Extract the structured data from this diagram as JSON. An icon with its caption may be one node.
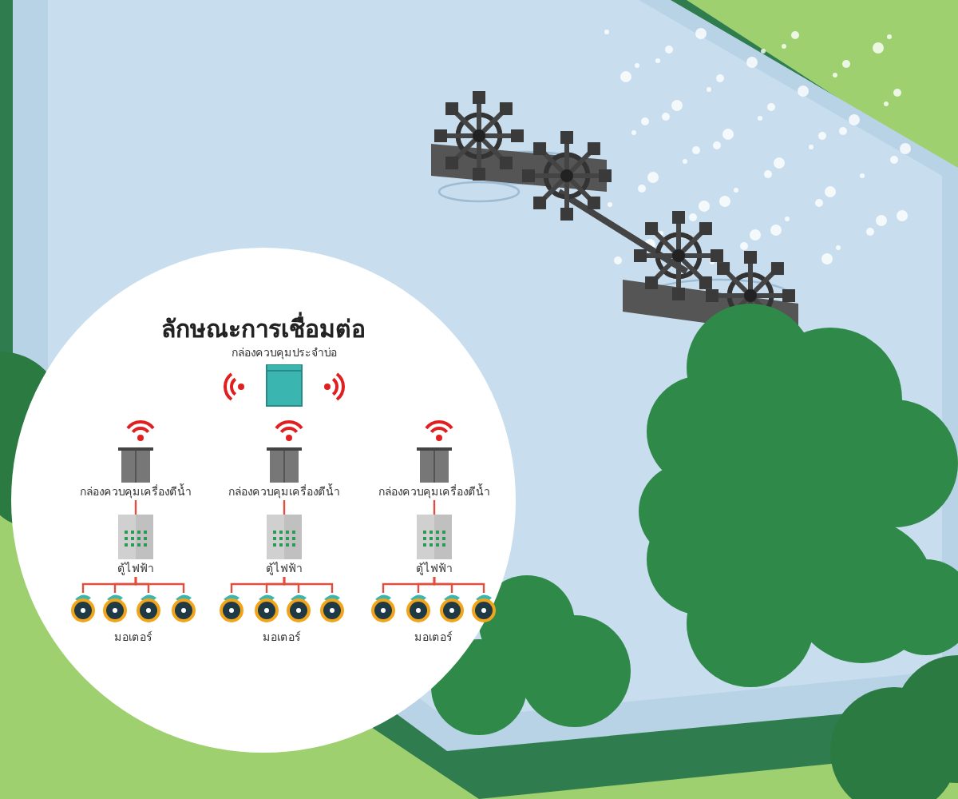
{
  "diagram": {
    "title": "ลักษณะการเชื่อมต่อ",
    "nodes": [
      {
        "text": [
          "กล่องควบคุมประจำบ่อ"
        ]
      },
      {
        "text": [
          "กล่องควบคุมเครื่องตีน้ำ"
        ]
      },
      {
        "text": [
          "กล่องควบคุมเครื่องตีน้ำ"
        ]
      },
      {
        "text": [
          "กล่องควบคุมเครื่องตีน้ำ"
        ]
      },
      {
        "text": [
          "ตู้ไฟฟ้า"
        ]
      },
      {
        "text": [
          "ตู้ไฟฟ้า"
        ]
      },
      {
        "text": [
          "ตู้ไฟฟ้า"
        ]
      },
      {
        "text": [],
        "shape": "picture"
      },
      {
        "text": [],
        "shape": "picture"
      },
      {
        "text": [],
        "shape": "picture"
      },
      {
        "text": [],
        "shape": "picture"
      },
      {
        "text": [],
        "shape": "picture"
      },
      {
        "text": [],
        "shape": "picture"
      },
      {
        "text": [],
        "shape": "picture"
      },
      {
        "text": [],
        "shape": "picture"
      },
      {
        "text": [],
        "shape": "picture"
      },
      {
        "text": [],
        "shape": "picture"
      },
      {
        "text": [],
        "shape": "picture"
      },
      {
        "text": [],
        "shape": "picture"
      }
    ],
    "edges": [
      {
        "from": 1,
        "to": 4,
        "arrow": "none"
      },
      {
        "from": 2,
        "to": 5,
        "arrow": "none"
      },
      {
        "from": 3,
        "to": 6,
        "arrow": "none"
      },
      {
        "from": 4,
        "to": 7,
        "arrow": "none"
      },
      {
        "from": 4,
        "to": 8,
        "arrow": "none"
      },
      {
        "from": 4,
        "to": 9,
        "arrow": "none"
      },
      {
        "from": 4,
        "to": 10,
        "arrow": "none"
      },
      {
        "from": 5,
        "to": 11,
        "arrow": "none"
      },
      {
        "from": 5,
        "to": 12,
        "arrow": "none"
      },
      {
        "from": 5,
        "to": 13,
        "arrow": "none"
      },
      {
        "from": 5,
        "to": 14,
        "arrow": "none"
      },
      {
        "from": 6,
        "to": 15,
        "arrow": "none"
      },
      {
        "from": 6,
        "to": 16,
        "arrow": "none"
      },
      {
        "from": 6,
        "to": 17,
        "arrow": "none"
      },
      {
        "from": 6,
        "to": 18,
        "arrow": "none"
      }
    ],
    "labels": [
      "มอเตอร์",
      "มอเตอร์",
      "มอเตอร์"
    ]
  }
}
